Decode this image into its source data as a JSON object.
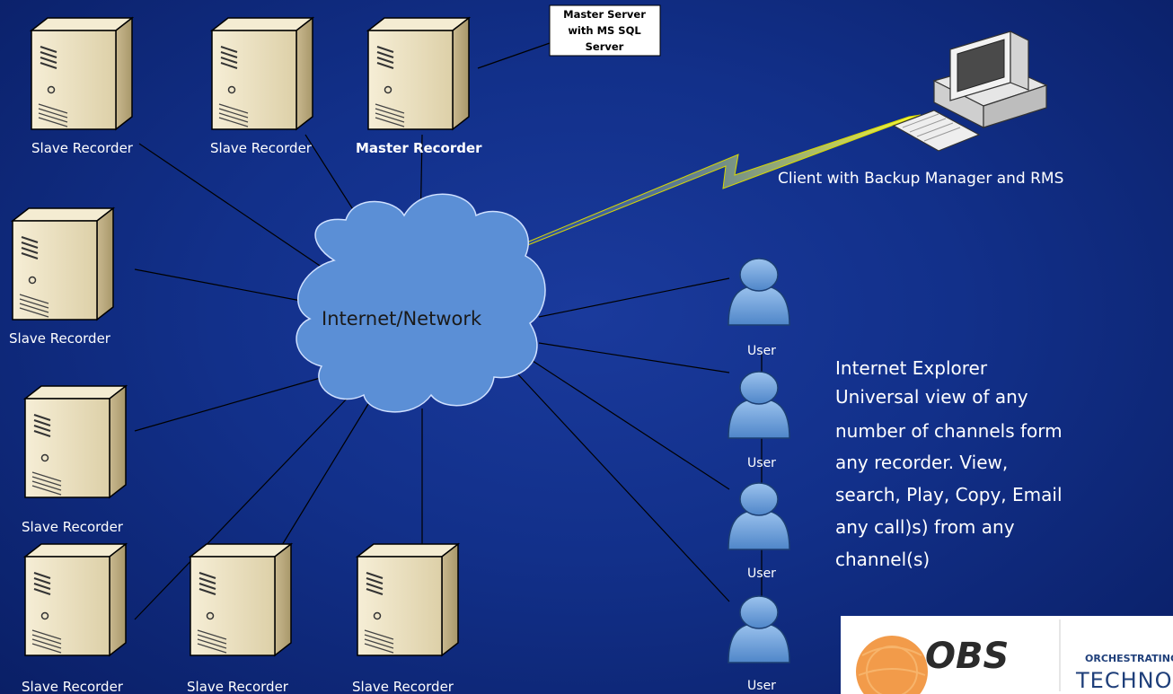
{
  "cloud": {
    "label": "Internet/Network"
  },
  "servers": [
    {
      "id": "s1",
      "label": "Slave Recorder",
      "bold": false
    },
    {
      "id": "s2",
      "label": "Slave Recorder",
      "bold": false
    },
    {
      "id": "master",
      "label": "Master Recorder",
      "bold": true
    },
    {
      "id": "s3",
      "label": "Slave Recorder",
      "bold": false
    },
    {
      "id": "s4",
      "label": "Slave Recorder",
      "bold": false
    },
    {
      "id": "s5",
      "label": "Slave Recorder",
      "bold": false
    },
    {
      "id": "s6",
      "label": "Slave Recorder",
      "bold": false
    },
    {
      "id": "s7",
      "label": "Slave Recorder",
      "bold": false
    }
  ],
  "callout": {
    "lines": [
      "Master Server",
      "with MS SQL",
      "Server"
    ]
  },
  "client": {
    "label": "Client with Backup Manager and RMS"
  },
  "users": [
    {
      "label": "User"
    },
    {
      "label": "User"
    },
    {
      "label": "User"
    },
    {
      "label": "User"
    }
  ],
  "description": {
    "lines": [
      "Internet Explorer",
      "Universal view of any",
      "number of channels form",
      "any recorder. View,",
      "search, Play, Copy, Email",
      "any call)s) from any",
      "channel(s)"
    ]
  },
  "logo": {
    "brand": "OBS",
    "tagline": "ORCHESTRATING",
    "word": "TECHNOL"
  },
  "colors": {
    "background": "#12308a",
    "cloud": "#5b8fd6",
    "server": "#e8dcb8",
    "user": "#6fa3dc",
    "lightning": "#ffff00"
  }
}
